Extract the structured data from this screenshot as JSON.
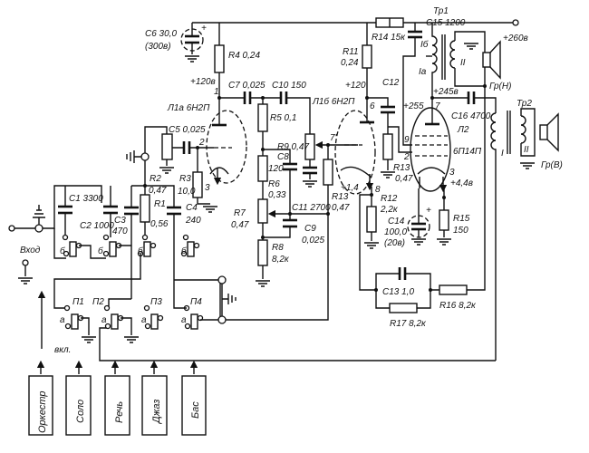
{
  "labels": {
    "c6": "C6 30,0",
    "c6v": "(300в)",
    "c6plus": "+",
    "r4": "R4 0,24",
    "v120a": "+120в",
    "n1": "1",
    "l1a": "Л1а 6Н2П",
    "c7": "C7 0,025",
    "c10": "C10 150",
    "r5": "R5 0,1",
    "c5": "C5 0,025",
    "n2a": "2",
    "r2": "R2",
    "r2v": "0,47",
    "r3": "R3",
    "r3v": "10,0",
    "n3a": "3",
    "c4": "C4",
    "c4v": "240",
    "c1": "C1 3300",
    "c2": "C2 1000",
    "c3": "C3",
    "c3v": "470",
    "r1": "R1",
    "r1v": "0,56",
    "r9": "R9 0,47",
    "c8": "C8",
    "c8v": "120",
    "r6": "R6",
    "r6v": "0,33",
    "c11": "C11 2700",
    "r7": "R7",
    "r7v": "0,47",
    "c9": "C9",
    "c9v": "0,025",
    "r8": "R8",
    "r8v": "8,2к",
    "r13a": "R13",
    "r13av": "0,47",
    "n7p": "7'",
    "l1b": "Л1б 6Н2П",
    "r11": "R11",
    "r11v": "0,24",
    "v120b": "+120",
    "n6": "6",
    "c12": "C12",
    "v14": "+1,4",
    "n8": "8",
    "r12": "R12",
    "r12v": "2,2к",
    "c14": "C14",
    "c14v": "100,0",
    "c14u": "(20в)",
    "r15": "R15",
    "r15v": "150",
    "r14": "R14 15к",
    "c15": "C15 1200",
    "tr1": "Тр1",
    "ib": "Iб",
    "ia": "Iа",
    "tr1s": "II",
    "v260": "+260в",
    "grn": "Гр(Н)",
    "v245": "+245в",
    "v255": "+255",
    "n7": "7",
    "c16": "C16 4700",
    "l2": "Л2",
    "l2t": "6П14П",
    "n9": "9",
    "n2b": "2",
    "r13b": "R13",
    "r13bv": "0,47",
    "n3b": "3",
    "v44": "+4,4в",
    "tr2": "Тр2",
    "tr2p": "I",
    "tr2s": "II",
    "grv": "Гр(В)",
    "c13": "C13 1,0",
    "r16": "R16 8,2к",
    "r17": "R17 8,2к",
    "input": "Вход",
    "b": "б",
    "a": "а",
    "p1": "П1",
    "p2": "П2",
    "p3": "П3",
    "p4": "П4",
    "on": "вкл."
  },
  "buttons": [
    "Оркестр",
    "Соло",
    "Речь",
    "Джаз",
    "Бас"
  ]
}
